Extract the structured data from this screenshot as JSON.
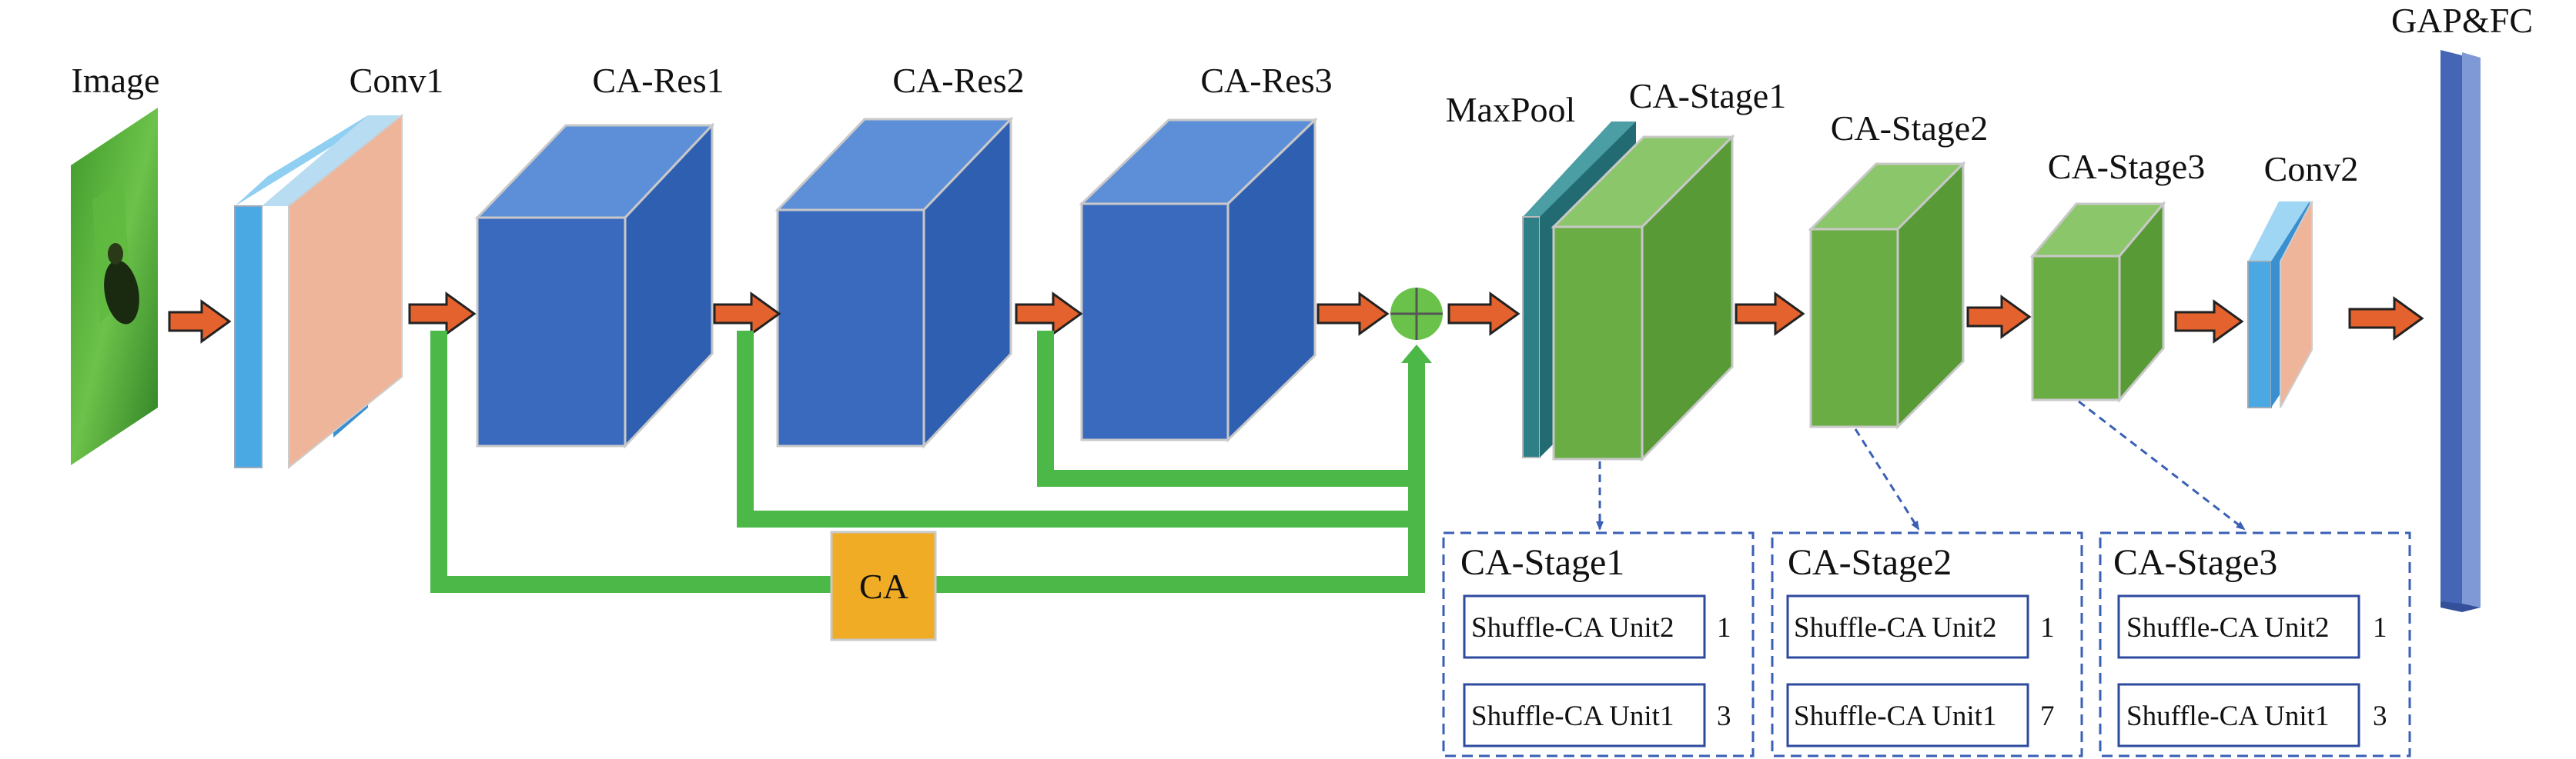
{
  "colors": {
    "blue_block": "#3a6abd",
    "green_block": "#6aad45",
    "teal_pool": "#2f7f86",
    "light_blue": "#4aa9e3",
    "salmon": "#efb59a",
    "arrow": "#e3622d",
    "skip_green": "#4cb848",
    "ca_orange": "#f0ac25",
    "fc_blue": "#4466b5",
    "dashed_blue": "#3a5fb6"
  },
  "labels": {
    "image": "Image",
    "conv1": "Conv1",
    "ca_res1": "CA-Res1",
    "ca_res2": "CA-Res2",
    "ca_res3": "CA-Res3",
    "maxpool": "MaxPool",
    "ca_stage1": "CA-Stage1",
    "ca_stage2": "CA-Stage2",
    "ca_stage3": "CA-Stage3",
    "conv2": "Conv2",
    "gap_fc": "GAP&FC",
    "ca": "CA"
  },
  "stage_details": [
    {
      "title": "CA-Stage1",
      "units": [
        {
          "name": "Shuffle-CA Unit2",
          "count": "1"
        },
        {
          "name": "Shuffle-CA Unit1",
          "count": "3"
        }
      ]
    },
    {
      "title": "CA-Stage2",
      "units": [
        {
          "name": "Shuffle-CA Unit2",
          "count": "1"
        },
        {
          "name": "Shuffle-CA Unit1",
          "count": "7"
        }
      ]
    },
    {
      "title": "CA-Stage3",
      "units": [
        {
          "name": "Shuffle-CA Unit2",
          "count": "1"
        },
        {
          "name": "Shuffle-CA Unit1",
          "count": "3"
        }
      ]
    }
  ]
}
